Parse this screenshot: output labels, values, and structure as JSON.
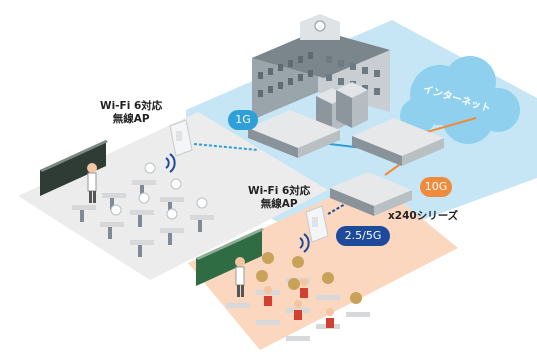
{
  "labels": {
    "ap_top": "Wi-Fi 6対応",
    "ap_top_sub": "無線AP",
    "ap_bottom": "Wi-Fi 6対応",
    "ap_bottom_sub": "無線AP",
    "switch_series": "x240シリーズ",
    "cloud": "インターネット"
  },
  "badges": {
    "b1g": "1G",
    "b10g": "10G",
    "b25g": "2.5/5G"
  },
  "colors": {
    "server_room_floor": "#c6e6f5",
    "classroom_gray": "#ececec",
    "classroom_pink": "#fbd7bf",
    "badge_blue": "#2e9fd8",
    "badge_orange": "#f08a3c",
    "badge_navy": "#1e4a9c",
    "cloud": "#8fd0ee"
  }
}
